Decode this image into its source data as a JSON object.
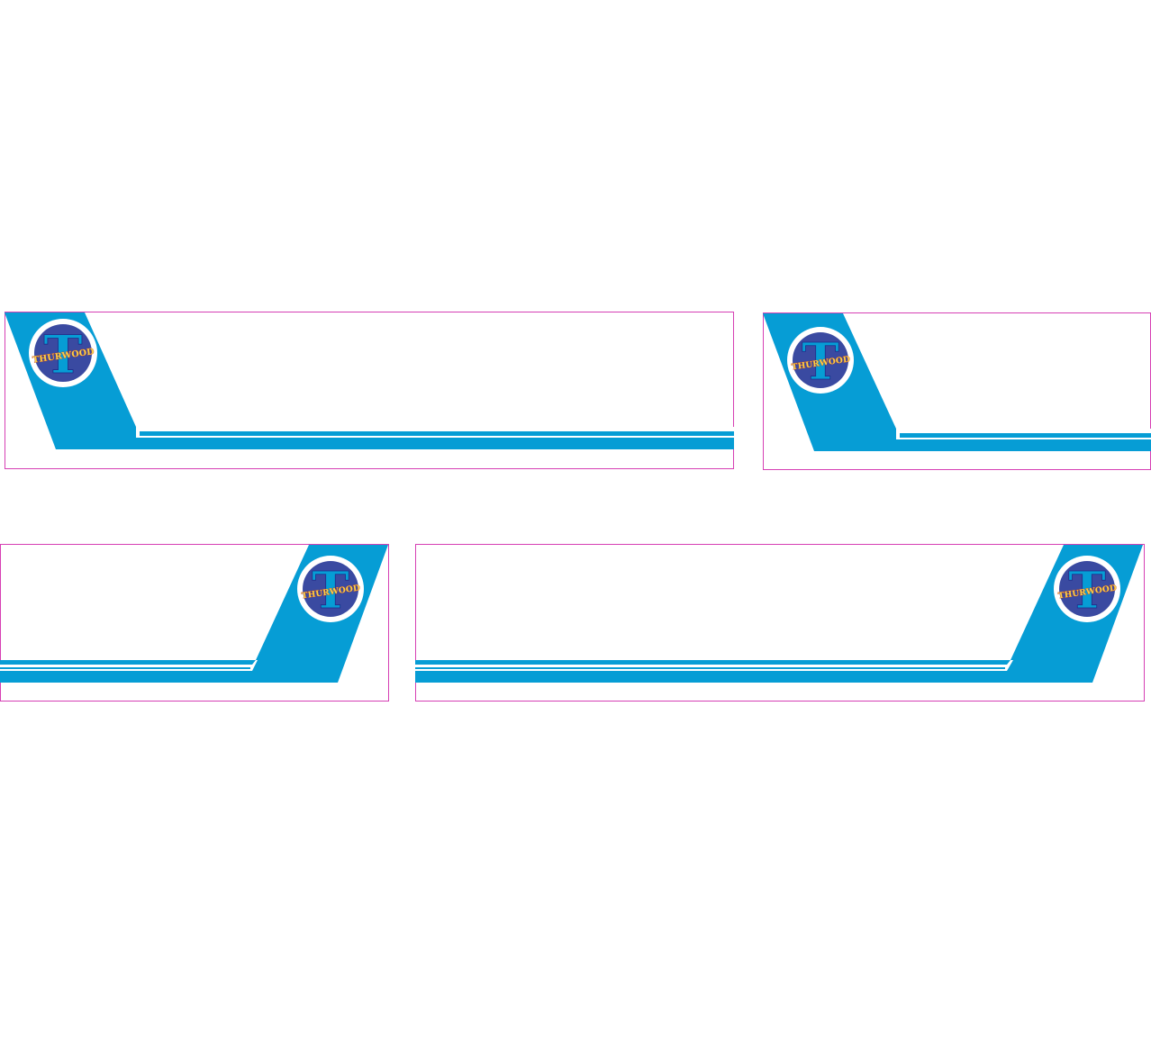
{
  "brand": {
    "name": "THURWOOD",
    "monogram": "T"
  },
  "colors": {
    "stripe_blue": "#069dd5",
    "badge_disc": "#3a4aa1",
    "badge_letters": "#f6d24a",
    "badge_outline": "#c4341a",
    "panel_border": "#d63fb4"
  },
  "panels": [
    {
      "id": "panel-1",
      "logo_side": "left"
    },
    {
      "id": "panel-2",
      "logo_side": "left"
    },
    {
      "id": "panel-3",
      "logo_side": "right"
    },
    {
      "id": "panel-4",
      "logo_side": "right"
    }
  ]
}
